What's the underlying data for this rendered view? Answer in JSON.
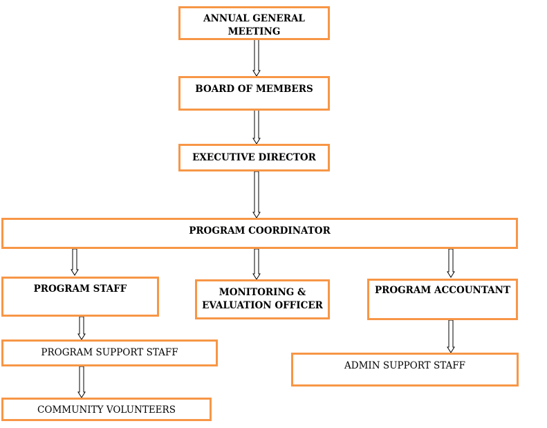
{
  "nodes": {
    "agm": "ANNUAL GENERAL MEETING",
    "board": "BOARD OF MEMBERS",
    "ed": "EXECUTIVE DIRECTOR",
    "pc": "PROGRAM COORDINATOR",
    "ps": "PROGRAM STAFF",
    "me_line1": "MONITORING &",
    "me_line2": "EVALUATION OFFICER",
    "pa": "PROGRAM ACCOUNTANT",
    "pss": "PROGRAM SUPPORT STAFF",
    "ass": "ADMIN SUPPORT STAFF",
    "cv": "COMMUNITY VOLUNTEERS"
  },
  "colors": {
    "border": "#f79646"
  }
}
